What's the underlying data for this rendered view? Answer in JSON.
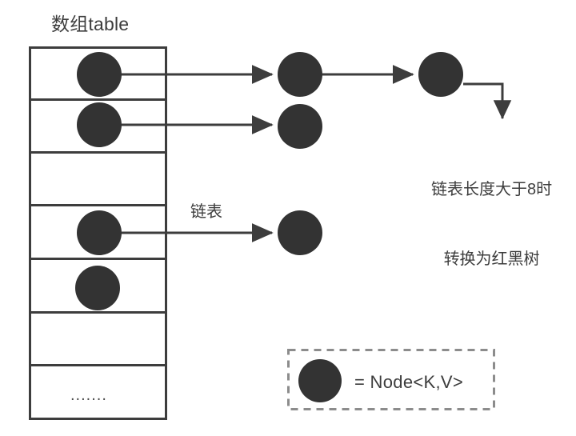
{
  "diagram": {
    "title": "数组table",
    "chain_label": "链表",
    "note_line1": "链表长度大于8时",
    "note_line2": "转换为红黑树",
    "legend_text": "= Node<K,V>",
    "ellipsis_cell": ".......",
    "colors": {
      "node_fill": "#333333",
      "stroke": "#3d3d3d",
      "text": "#3d3d3d",
      "legend_border": "#8c8c8c",
      "background": "#ffffff"
    },
    "array": {
      "label": "数组table",
      "buckets": [
        {
          "index": 0,
          "has_node": true,
          "chain_length": 3,
          "note": "converts to red-black tree"
        },
        {
          "index": 1,
          "has_node": true,
          "chain_length": 1,
          "note": ""
        },
        {
          "index": 2,
          "has_node": false,
          "chain_length": 0,
          "note": ""
        },
        {
          "index": 3,
          "has_node": true,
          "chain_length": 1,
          "note": "链表"
        },
        {
          "index": 4,
          "has_node": true,
          "chain_length": 0,
          "note": ""
        },
        {
          "index": 5,
          "has_node": false,
          "chain_length": 0,
          "note": ""
        },
        {
          "index": 6,
          "has_node": false,
          "chain_length": 0,
          "note": "......."
        }
      ]
    },
    "legend": {
      "shape": "filled-circle",
      "meaning": "= Node<K,V>"
    }
  }
}
